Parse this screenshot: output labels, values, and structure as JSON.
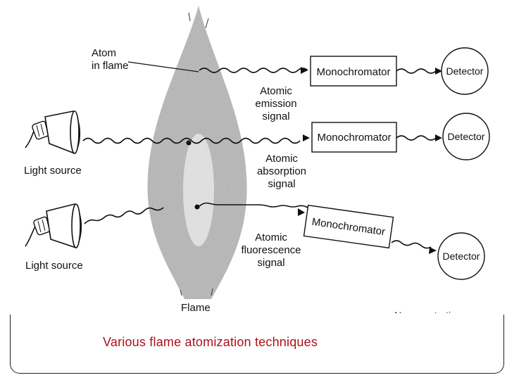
{
  "diagram": {
    "atom_label_line1": "Atom",
    "atom_label_line2": "in flame",
    "flame_label": "Flame",
    "light_source_1": "Light source",
    "light_source_2": "Light source",
    "emission_signal": [
      "Atomic",
      "emission",
      "signal"
    ],
    "absorption_signal": [
      "Atomic",
      "absorption",
      "signal"
    ],
    "fluorescence_signal": [
      "Atomic",
      "fluorescence",
      "signal"
    ],
    "monochromator_1": "Monochromator",
    "monochromator_2": "Monochromator",
    "monochromator_3": "Monochromator",
    "detector_1": "Detector",
    "detector_2": "Detector",
    "detector_3": "Detector",
    "cut_off_text": "Nonpenetrative"
  },
  "caption": "Various flame atomization techniques",
  "colors": {
    "caption": "#b0101a",
    "ink": "#111111",
    "frame": "#222222"
  }
}
